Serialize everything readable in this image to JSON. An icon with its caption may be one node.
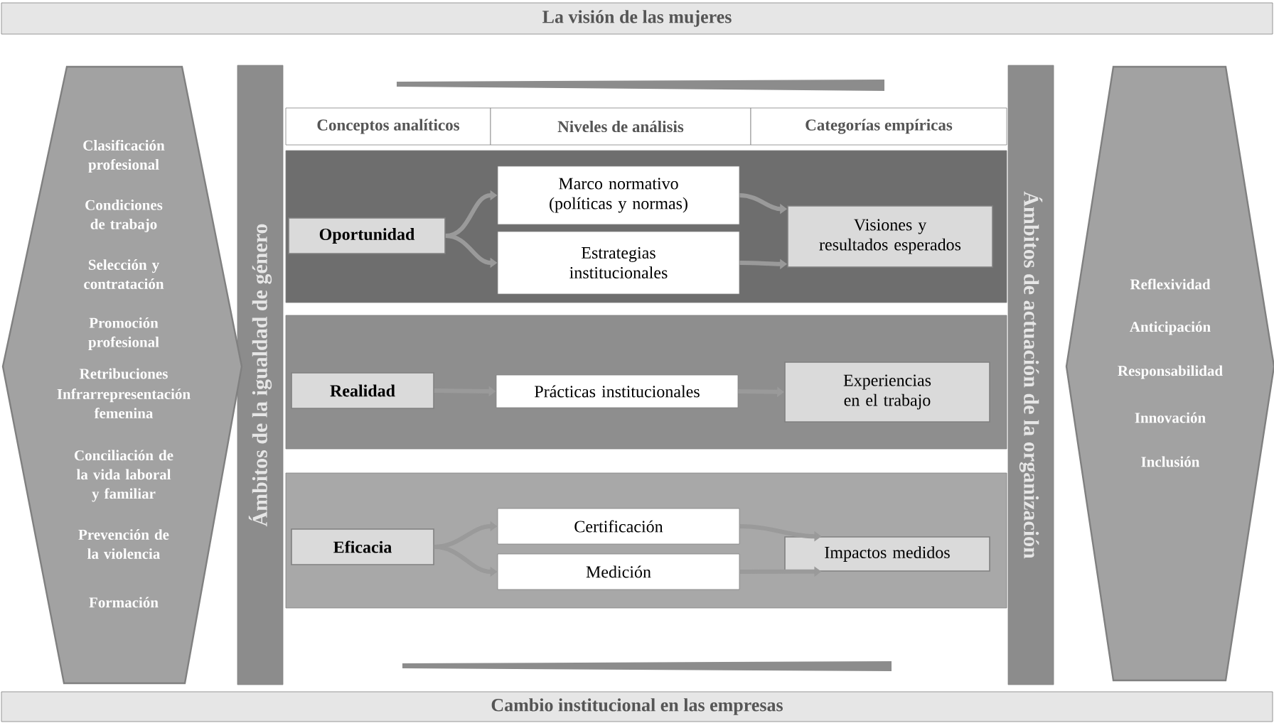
{
  "diagram": {
    "nodes": [
      {
        "text": [
          "La visión de las mujeres"
        ]
      },
      {
        "text": [
          "Cambio institucional en las empresas"
        ]
      },
      {
        "text": [
          "Clasificación profesional",
          "Condiciones de trabajo",
          "Selección y contratación",
          "Promoción profesional",
          "Retribuciones",
          "Infrarrepresentación femenina",
          "Conciliación de la vida laboral y familiar",
          "Prevención de la violencia",
          "Formación"
        ]
      },
      {
        "text": [
          "Ámbitos de la igualdad de género"
        ]
      },
      {
        "text": [
          "Ámbitos de actuación de la organización"
        ]
      },
      {
        "text": [
          "Reflexividad",
          "Anticipación",
          "Responsabilidad",
          "Innovación",
          "Inclusión"
        ]
      },
      {
        "text": [
          "Conceptos analíticos"
        ]
      },
      {
        "text": [
          "Niveles de análisis"
        ]
      },
      {
        "text": [
          "Categorías empíricas"
        ]
      },
      {
        "text": [],
        "shape": "box"
      },
      {
        "text": [
          "Oportunidad"
        ],
        "in": 9
      },
      {
        "text": [
          "Marco normativo (políticas y normas)"
        ],
        "in": 9
      },
      {
        "text": [
          "Estrategias institucionales"
        ],
        "in": 9
      },
      {
        "text": [
          "Visiones y resultados esperados"
        ],
        "in": 9
      },
      {
        "text": [],
        "shape": "box"
      },
      {
        "text": [
          "Realidad"
        ],
        "in": 14
      },
      {
        "text": [
          "Prácticas institucionales"
        ],
        "in": 14
      },
      {
        "text": [
          "Experiencias en el trabajo"
        ],
        "in": 14
      },
      {
        "text": [],
        "shape": "box"
      },
      {
        "text": [
          "Eficacia"
        ],
        "in": 18
      },
      {
        "text": [
          "Certificación"
        ],
        "in": 18
      },
      {
        "text": [
          "Medición"
        ],
        "in": 18
      },
      {
        "text": [
          "Impactos medidos"
        ],
        "in": 18
      }
    ],
    "edges": [
      {
        "from": 10,
        "to": 11,
        "arrow": "to"
      },
      {
        "from": 10,
        "to": 12,
        "arrow": "to"
      },
      {
        "from": 11,
        "to": 13,
        "arrow": "to"
      },
      {
        "from": 12,
        "to": 13,
        "arrow": "to"
      },
      {
        "from": 15,
        "to": 16,
        "arrow": "to"
      },
      {
        "from": 16,
        "to": 17,
        "arrow": "to"
      },
      {
        "from": 19,
        "to": 20,
        "arrow": "to"
      },
      {
        "from": 19,
        "to": 21,
        "arrow": "to"
      },
      {
        "from": 20,
        "to": 22,
        "arrow": "to"
      },
      {
        "from": 21,
        "to": 22,
        "arrow": "to"
      }
    ]
  }
}
